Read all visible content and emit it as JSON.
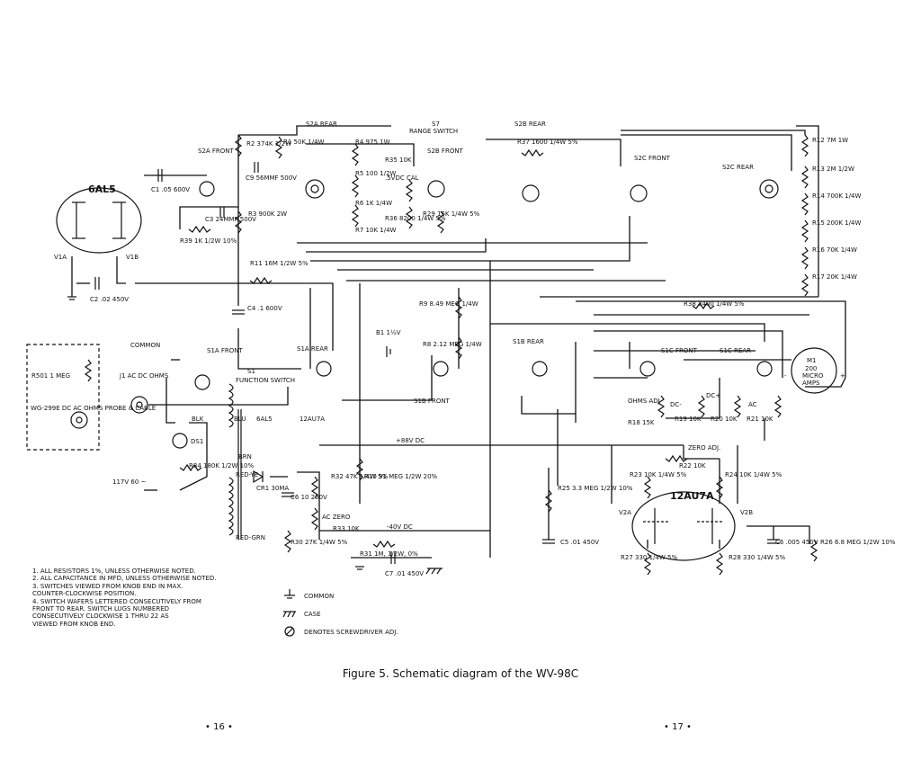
{
  "caption": "Figure 5. Schematic diagram of the WV-98C",
  "pages": {
    "left": "• 16 •",
    "right": "• 17 •"
  },
  "labels": {
    "tube_6al5": "6AL5",
    "tube_12au7a": "12AU7A",
    "v1a": "V1A",
    "v1b": "V1B",
    "v2a": "V2A",
    "v2b": "V2B",
    "s7": "S7",
    "range_switch": "RANGE SWITCH",
    "s2a_rear": "S2A REAR",
    "s2a_front": "S2A FRONT",
    "s2b_front": "S2B FRONT",
    "s2b_rear": "S2B REAR",
    "s2c_front": "S2C FRONT",
    "s2c_rear": "S2C REAR",
    "s1a_front": "S1A FRONT",
    "s1a_rear": "S1A REAR",
    "s1b_rear": "S1B REAR",
    "s1b_front": "S1B FRONT",
    "s1c_front": "S1C FRONT",
    "s1c_rear": "S1C REAR",
    "s1": "S1",
    "function_switch": "FUNCTION SWITCH",
    "common": "COMMON",
    "j1": "J1 AC DC OHMS",
    "r501": "R501 1 MEG",
    "probe": "WG-299E DC AC OHMS PROBE & CABLE",
    "ds1": "DS1",
    "blk": "BLK",
    "blu": "BLU",
    "brn": "BRN",
    "red_ye": "RED-YE",
    "red_grn": "RED-GRN",
    "heater_6al5": "6AL5",
    "heater_12au7a": "12AU7A",
    "cord": "117V 60 ~",
    "plus88": "+88V DC",
    "minus40": "-40V DC",
    "zero_adj": "ZERO ADJ.",
    "m1": "M1 200 MICRO AMPS",
    "ohms_adj": "OHMS ADJ",
    "dc_minus": "DC-",
    "dc_plus": "DC+",
    "ac": "AC",
    "ac_zero": "AC ZERO",
    "cal": ".5VDC CAL",
    "b1": "B1 1½V"
  },
  "components": {
    "c1": "C1 .05 600V",
    "c2": "C2 .02 450V",
    "c3": "C3 24MMF 500V",
    "c4": "C4 .1 600V",
    "c5": "C5 .01 450V",
    "c6_out": "C6 .005 450V",
    "c6": "C6 10 200V",
    "c7": "C7 .01 450V",
    "c9": "C9 56MMF 500V",
    "r1": "R1 50K 1/4W",
    "r2": "R2 374K 1/2W",
    "r3": "R3 900K 2W",
    "r4": "R4 975 1W",
    "r5": "R5 100 1/2W",
    "r6": "R6 1K 1/4W",
    "r7": "R7 10K 1/4W",
    "r8": "R8 2.12 MEG 1/4W",
    "r9": "R9 8.49 MEG 1/4W",
    "r10": "R10 91 MEG 1/2W 20%",
    "r11": "R11 16M 1/2W 5%",
    "r12": "R12 7M 1W",
    "r13": "R13 2M 1/2W",
    "r14": "R14 700K 1/4W",
    "r15": "R15 200K 1/4W",
    "r16": "R16 70K 1/4W",
    "r17": "R17 20K 1/4W",
    "r18": "R18 15K",
    "r19": "R19 10K",
    "r20": "R20 10K",
    "r21": "R21 10K",
    "r22": "R22 10K",
    "r23": "R23 10K 1/4W 5%",
    "r24": "R24 10K 1/4W 5%",
    "r25": "R25 3.3 MEG 1/2W 10%",
    "r26": "R26 6.8 MEG 1/2W 10%",
    "r27": "R27 330 1/4W 5%",
    "r28": "R28 330 1/4W 5%",
    "r29": "R29 15K 1/4W 5%",
    "r30": "R30 27K 1/4W 5%",
    "r31": "R31 1M, 1/2W, 0%",
    "r32": "R32 47K 1/4W 5%",
    "r33": "R33 10K",
    "r34": "R34 180K 1/2W 10%",
    "r35": "R35 10K",
    "r36": "R36 8200 1/4W 5%",
    "r37": "R37 1600 1/4W 5%",
    "r38": "R38 2400 1/4W 5%",
    "r39": "R39 1K 1/2W 10%",
    "cr1": "CR1 30MA"
  },
  "notes": [
    "1. ALL RESISTORS 1%, UNLESS OTHERWISE NOTED.",
    "2. ALL CAPACITANCE IN MFD, UNLESS OTHERWISE NOTED.",
    "3. SWITCHES VIEWED FROM KNOB END IN MAX.",
    "   COUNTER-CLOCKWISE POSITION.",
    "4. SWITCH WAFERS LETTERED CONSECUTIVELY FROM",
    "   FRONT TO REAR.  SWITCH LUGS NUMBERED",
    "   CONSECUTIVELY CLOCKWISE 1 THRU 22 AS",
    "   VIEWED FROM KNOB END."
  ],
  "legend": {
    "common": "COMMON",
    "case": "CASE",
    "screwdriver": "DENOTES SCREWDRIVER ADJ."
  },
  "icons": {
    "common": "ground-icon",
    "case": "chassis-icon",
    "screwdriver": "screwdriver-adj-icon"
  }
}
